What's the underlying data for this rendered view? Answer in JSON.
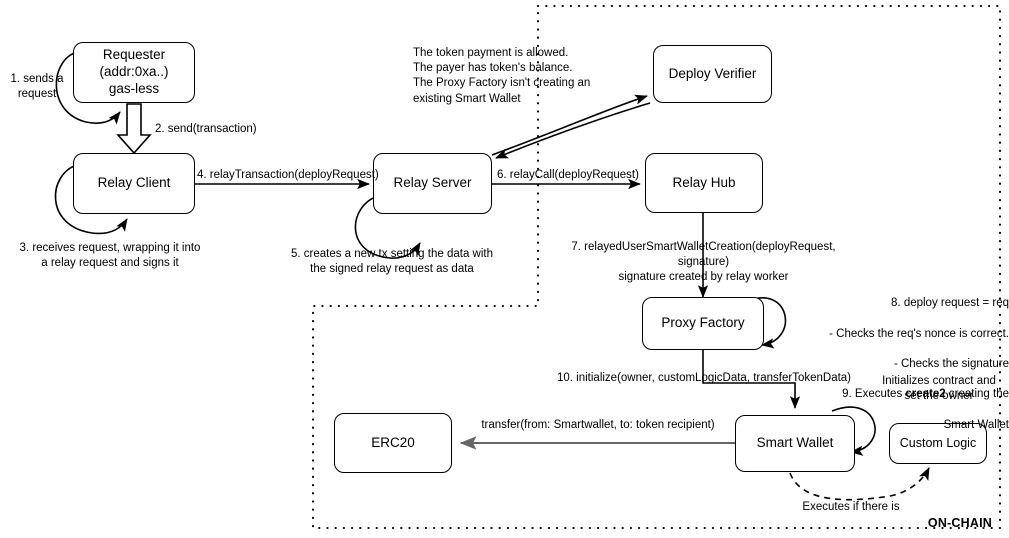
{
  "diagram": {
    "title_label": "ON-CHAIN",
    "boundary_note": "dotted-on-chain-boundary"
  },
  "nodes": {
    "requester": "Requester\n(addr:0xa..)\ngas-less",
    "relay_client": "Relay Client",
    "relay_server": "Relay Server",
    "relay_hub": "Relay Hub",
    "deploy_verifier": "Deploy Verifier",
    "proxy_factory": "Proxy Factory",
    "smart_wallet": "Smart Wallet",
    "erc20": "ERC20",
    "custom_logic": "Custom Logic"
  },
  "edge_labels": {
    "step1": "1. sends a\nrequest",
    "step2": "2. send(transaction)",
    "step3": "3. receives request, wrapping it into\na relay request and signs it",
    "step4": "4. relayTransaction(deployRequest)",
    "step5": "5. creates a new tx setting the data with\nthe signed relay request as data",
    "step6": "6. relayCall(deployRequest)",
    "step7": "7. relayedUserSmartWalletCreation(deployRequest, signature)\nsignature created by relay worker",
    "step10": "10. initialize(owner, customLogicData, transferTokenData)",
    "transfer": "transfer(from: Smartwallet, to: token recipient)",
    "executes_if": "Executes if there is",
    "initializes": "Initializes contract and\nset the owner"
  },
  "notes": {
    "verifier_note": "The token payment is allowed.\nThe payer has token's balance.\nThe Proxy Factory isn't creating an\nexisting Smart Wallet",
    "factory_note_line1": "8. deploy request = req",
    "factory_note_line2": "- Checks the req's nonce is correct.",
    "factory_note_line3": "- Checks the signature",
    "factory_note_line4_pre": "9. Executes ",
    "factory_note_line4_bold": "create2",
    "factory_note_line4_post": " creating the",
    "factory_note_line5": "Smart Wallet"
  },
  "colors": {
    "stroke": "#000000",
    "gray_stroke": "#666666",
    "background": "#ffffff"
  }
}
